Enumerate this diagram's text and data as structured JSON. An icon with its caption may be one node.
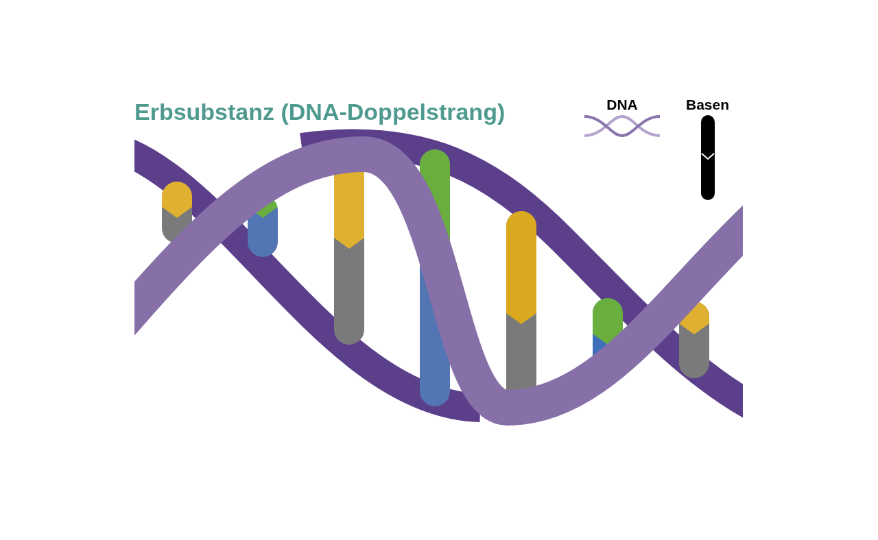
{
  "diagram": {
    "title": "Erbsubstanz (DNA-Doppelstrang)",
    "legend": [
      {
        "text": "DNA"
      },
      {
        "text": "Basen"
      }
    ]
  }
}
